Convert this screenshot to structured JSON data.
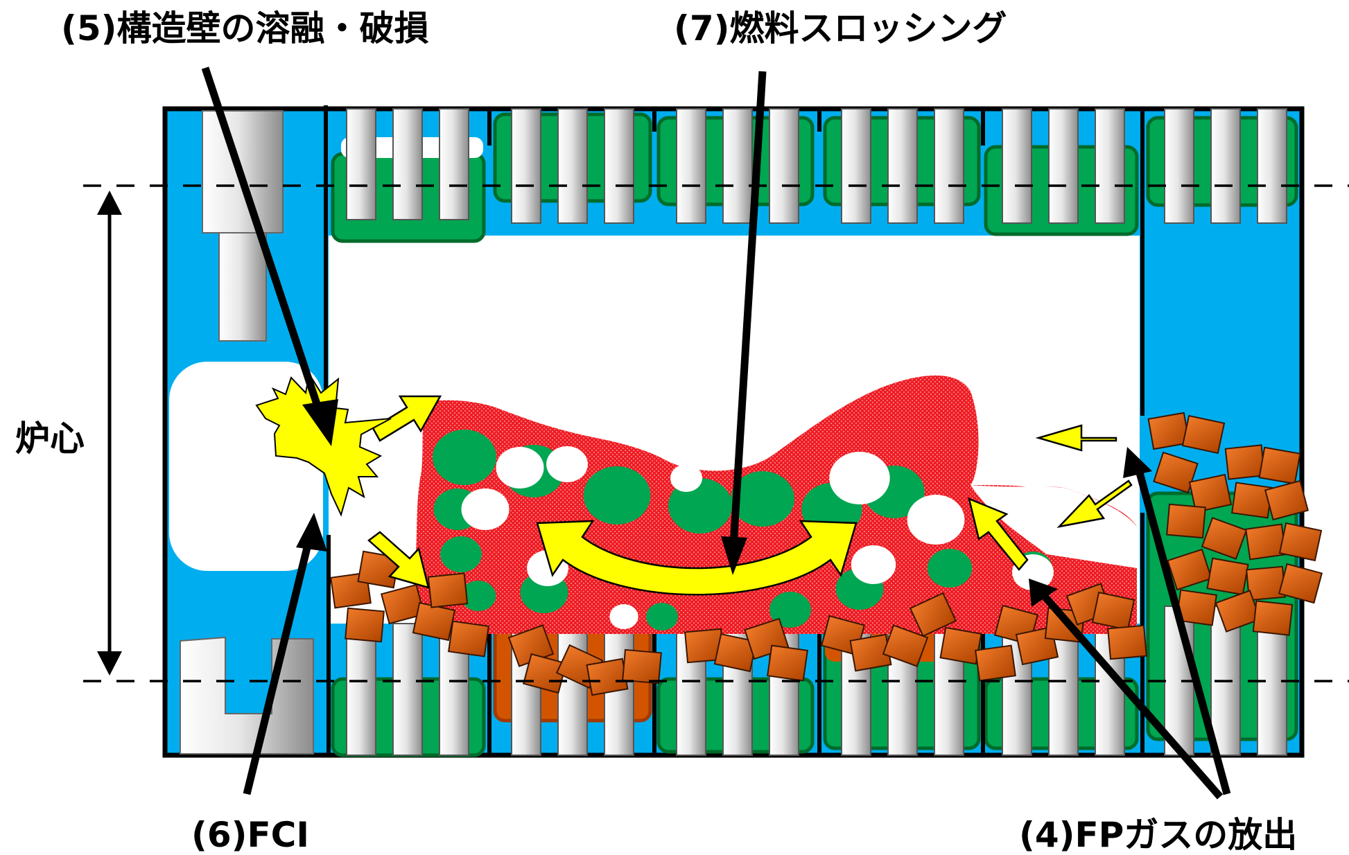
{
  "labels": {
    "structure_melt": "(5)構造壁の溶融・破損",
    "fuel_sloshing": "(7)燃料スロッシング",
    "core": "炉心",
    "fci": "(6)FCI",
    "fp_gas_release": "(4)FPガスの放出"
  },
  "colors": {
    "coolant": "#00aeef",
    "fuel_pin": "#c8c8c8",
    "wrapper": "#00a651",
    "molten_pool": "#ee1c24",
    "debris": "#d35400",
    "flow_arrow": "#ffff00",
    "outline": "#000000"
  }
}
